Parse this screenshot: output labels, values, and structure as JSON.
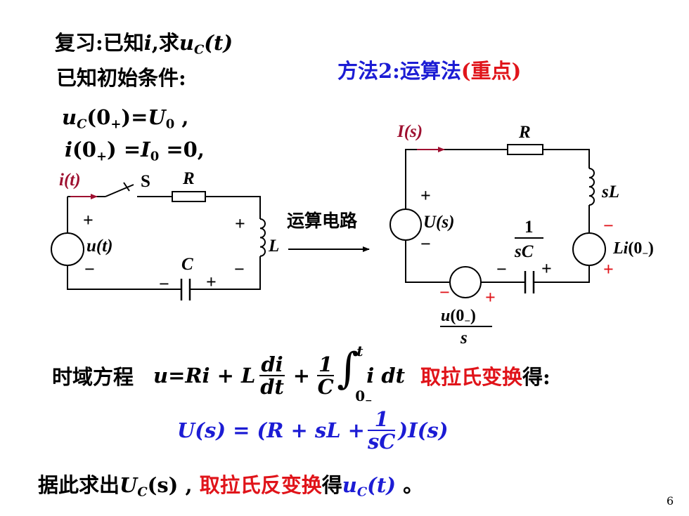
{
  "slide": {
    "page_number": "6",
    "review": {
      "prefix": "复习:已知",
      "var_i": "i",
      "mid": ",求",
      "u": "u",
      "sub_c": "C",
      "arg": "(t)"
    },
    "known_conditions": "已知初始条件:",
    "cond1": {
      "u": "u",
      "sub_c": "C",
      "open": "(0",
      "sub_plus": "+",
      "mid": ")=",
      "U": "U",
      "sub_0": "0",
      "tail": " ,"
    },
    "cond2": {
      "i": "i",
      "open": "(0",
      "sub_plus": "+",
      "mid": ") =",
      "I": "I",
      "sub_0": "0",
      "tail": " =0,"
    },
    "method": {
      "label": "方法2:运算法",
      "emphasis": "(重点)"
    },
    "time_domain_label": "时域方程",
    "time_equation": {
      "lhs": "u=Ri + L",
      "deriv_num": "di",
      "deriv_den": "dt",
      "plus": "+",
      "frac_num": "1",
      "frac_den": "C",
      "int_upper": "t",
      "int_lower": "0",
      "int_lower_sub": "−",
      "integrand": "i dt"
    },
    "laplace_transform": "取拉氏变换",
    "obtain": "得:",
    "s_equation": {
      "lhs": "U(s) = (R + sL +",
      "frac_num": "1",
      "frac_den": "sC",
      "rhs": ")I(s)"
    },
    "conclusion": {
      "prefix": "据此求出",
      "U": "U",
      "sub_c": "C",
      "arg": "(s) ,",
      "inverse": "取拉氏反变换",
      "obtain": "得",
      "u": "u",
      "sub_c2": "C",
      "arg2": "(t)",
      "tail": " 。"
    }
  },
  "left_circuit": {
    "current_label": "i(t)",
    "switch_label": "S",
    "resistor_label": "R",
    "source_label": "u(t)",
    "inductor_label": "L",
    "capacitor_label": "C",
    "plus": "+",
    "minus": "−"
  },
  "transform_arrow_label": "运算电路",
  "right_circuit": {
    "current_label": "I(s)",
    "resistor_label": "R",
    "inductor_label": "sL",
    "source_label": "U(s)",
    "cap_num": "1",
    "cap_den": "sC",
    "inductor_source_label": "Li(0",
    "inductor_source_sub": "−",
    "inductor_source_close": ")",
    "cap_source_num": "u(0",
    "cap_source_sub": "−",
    "cap_source_close": ")",
    "cap_source_den": "s",
    "plus": "+",
    "minus": "−"
  },
  "colors": {
    "blue": "#1c1cd4",
    "red": "#e0141a",
    "dark_red": "#9e1030",
    "black": "#000000"
  }
}
